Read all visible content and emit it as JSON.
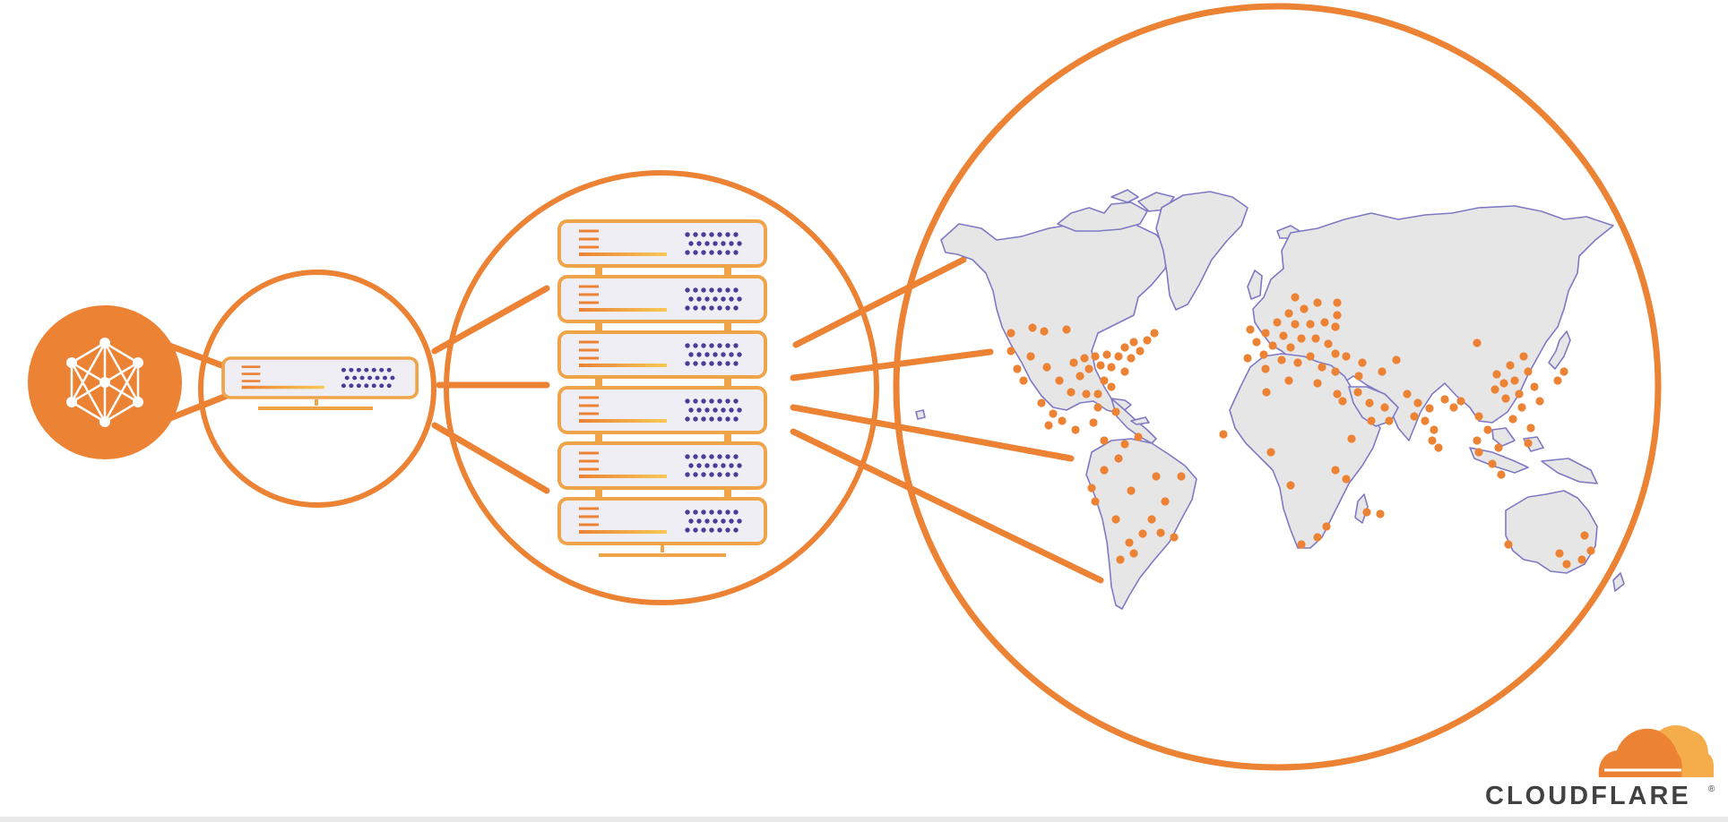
{
  "colors": {
    "accent": "#ec8234",
    "accent_light": "#f5ad4b",
    "server_fill": "#eeeef4",
    "server_dots": "#4d3c96",
    "land_fill": "#e6e6e6",
    "land_stroke": "#7f79c4",
    "logo_text": "#414141",
    "background": "#ffffff"
  },
  "icons": {
    "network": "network-graph-icon",
    "server": "server-icon",
    "logo": "cloudflare-cloud-icon"
  },
  "diagram": {
    "stages": [
      {
        "name": "origin-network",
        "icon": "network-graph-icon"
      },
      {
        "name": "single-server",
        "servers": 1
      },
      {
        "name": "server-rack",
        "servers": 6
      },
      {
        "name": "global-network",
        "map": "world-map"
      }
    ]
  },
  "brand": {
    "logo_text": "CLOUDFLARE",
    "registered_mark": "®"
  }
}
